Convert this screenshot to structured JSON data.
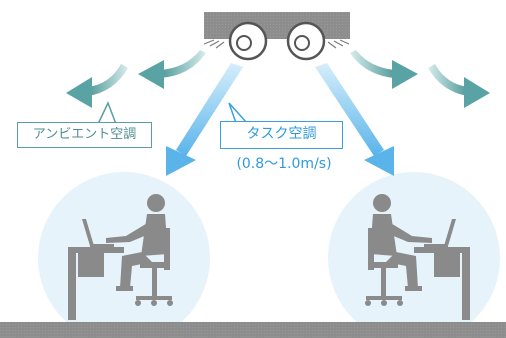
{
  "labels": {
    "ambient": "アンビエント空調",
    "task": "タスク空調",
    "task_speed": "(0.8〜1.0m/s)"
  },
  "colors": {
    "ceiling_unit": "#8c8c8c",
    "diffuser": "#ffffff",
    "task_air": "#5ab4ea",
    "ambient_air": "#5aa3a4",
    "zone_circle": "#e6f3fb",
    "person": "#8a8a8a",
    "floor": "#9c9c9c"
  },
  "icons": [
    "ceiling-air-unit-icon",
    "air-diffuser-icon",
    "office-worker-icon",
    "desk-icon",
    "laptop-icon",
    "office-chair-icon"
  ]
}
